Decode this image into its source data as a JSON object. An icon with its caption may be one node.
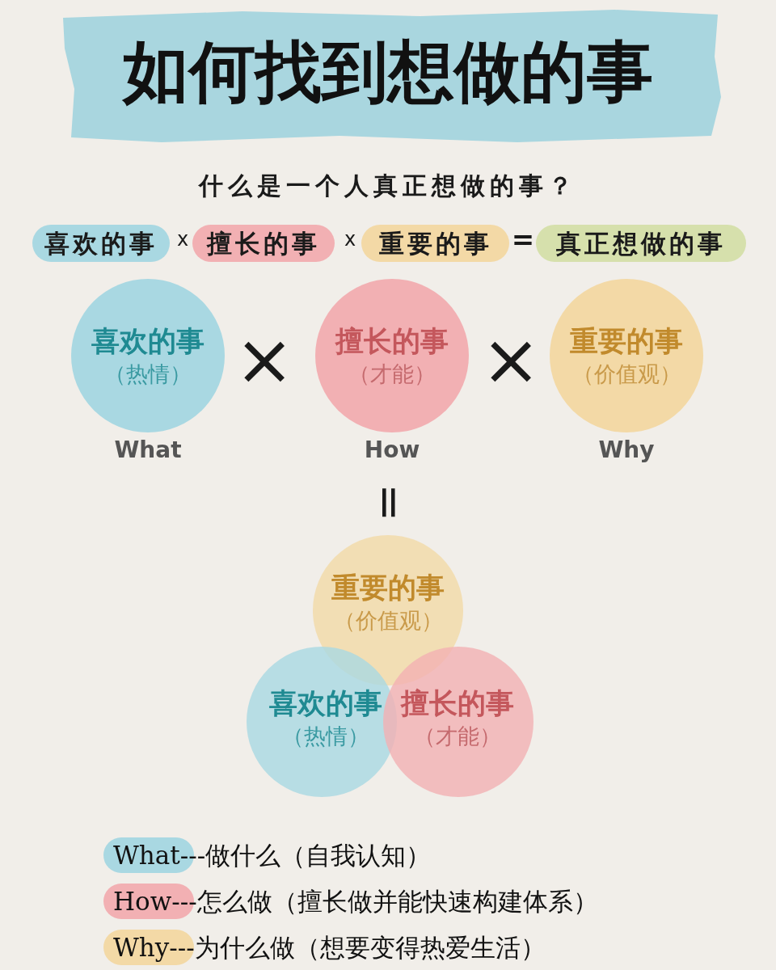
{
  "diagram": {
    "title": "如何找到想做的事",
    "nodes": [
      {
        "text": [
          "喜欢的事"
        ]
      },
      {
        "text": [
          "擅长的事"
        ]
      },
      {
        "text": [
          "重要的事"
        ]
      },
      {
        "text": [
          "真正想做的事"
        ]
      },
      {
        "text": [
          "喜欢的事",
          "（热情）"
        ],
        "beside": [
          "What"
        ]
      },
      {
        "text": [
          "擅长的事",
          "（才能）"
        ],
        "beside": [
          "How"
        ]
      },
      {
        "text": [
          "重要的事",
          "（价值观）"
        ],
        "beside": [
          "Why"
        ]
      },
      {
        "text": [
          "重要的事",
          "（价值观）"
        ]
      },
      {
        "text": [
          "喜欢的事",
          "（热情）"
        ]
      },
      {
        "text": [
          "擅长的事",
          "（才能）"
        ]
      }
    ],
    "labels": [
      "什么是一个人真正想做的事？",
      "x",
      "x",
      "=",
      "×",
      "×",
      "="
    ],
    "legend": [
      {
        "text": "What---做什么（自我认知）",
        "color": "#a9d8e2"
      },
      {
        "text": "How---怎么做（擅长做并能快速构建体系）",
        "color": "#f2b0b3"
      },
      {
        "text": "Why---为什么做（想要变得热爱生活）",
        "color": "#f3d9a6"
      }
    ]
  }
}
